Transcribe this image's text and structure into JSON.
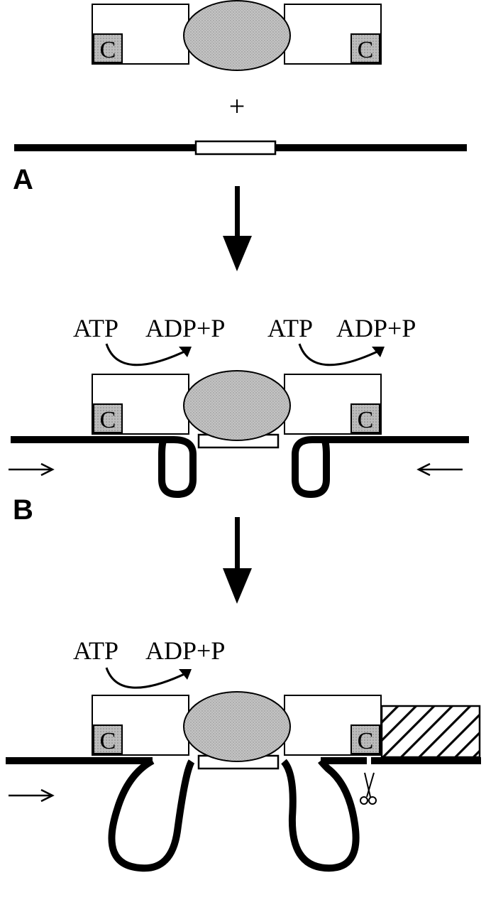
{
  "colors": {
    "stroke": "#000000",
    "protein_fill": "#ffffff",
    "core_fill": "#bdbdbd",
    "c_box_fill": "#b5b5b5",
    "background": "#ffffff"
  },
  "symbols": {
    "plus": "+",
    "c_domain": "C"
  },
  "panels": {
    "a": {
      "label": "A"
    },
    "b": {
      "label": "B",
      "left_reaction": {
        "substrate": "ATP",
        "product": "ADP+P"
      },
      "right_reaction": {
        "substrate": "ATP",
        "product": "ADP+P"
      }
    },
    "c": {
      "left_reaction": {
        "substrate": "ATP",
        "product": "ADP+P"
      }
    }
  },
  "icons": {
    "scissors": "scissors-icon",
    "flow_arrow": "arrow-down-icon",
    "translocation_arrow": "arrow-right-icon"
  }
}
